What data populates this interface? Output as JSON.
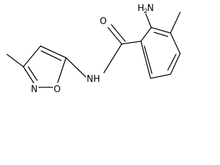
{
  "molecule": {
    "labels": {
      "amine_h": "H",
      "amine_sub": "2",
      "amine_n": "N",
      "carbonyl_o": "O",
      "amide_nh": "NH",
      "ring_n": "N",
      "ring_o": "O"
    }
  }
}
